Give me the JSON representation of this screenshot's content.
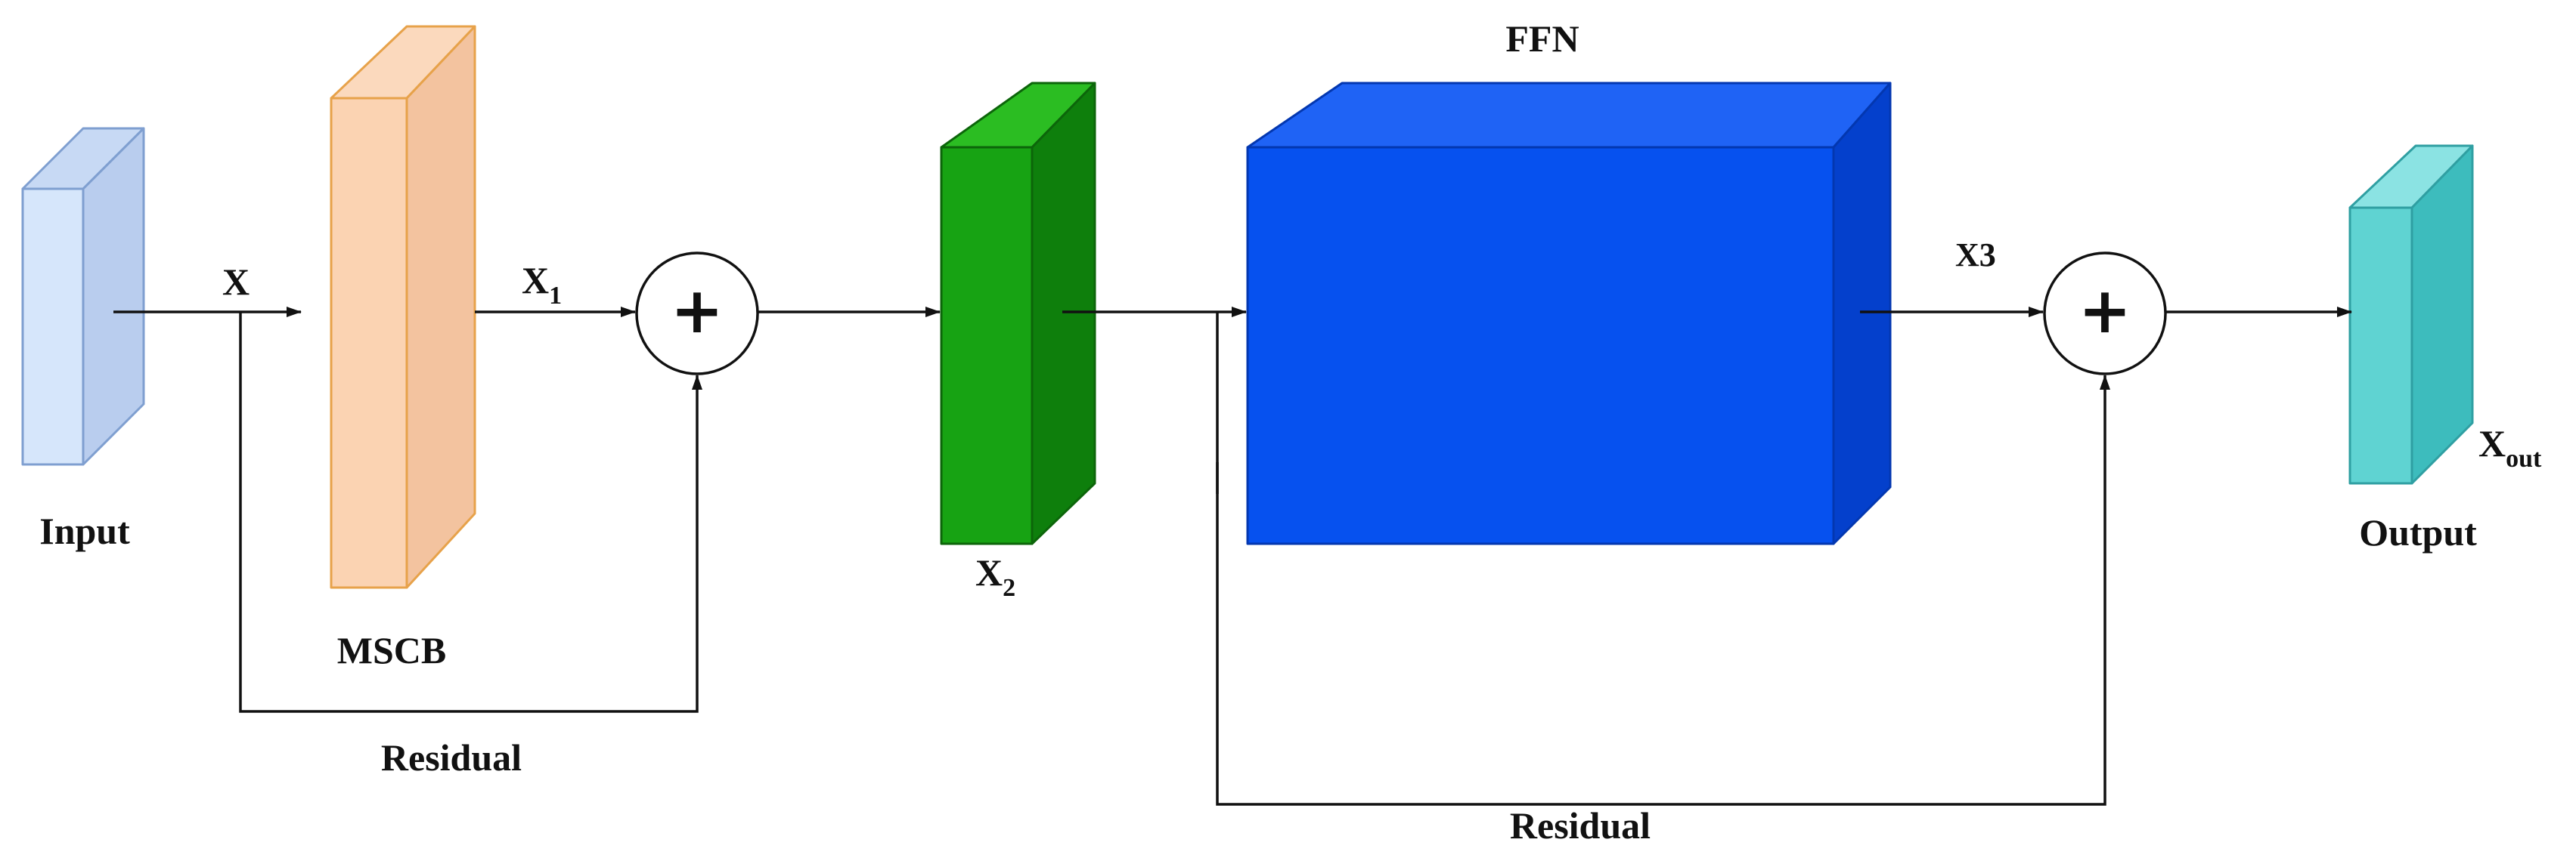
{
  "blocks": {
    "input": {
      "label": "Input",
      "face": "#d6e6fb",
      "side": "#b9cdee",
      "top": "#c7d9f4",
      "stroke": "#7f9fd0"
    },
    "mscb": {
      "label": "MSCB",
      "face": "#fbd3b2",
      "side": "#f3c39f",
      "top": "#fbd9bd",
      "stroke": "#e7a24a"
    },
    "x2_block": {
      "face": "#17a313",
      "side": "#0e7f0c",
      "top": "#2bbd22",
      "stroke": "#0c650a"
    },
    "ffn": {
      "label": "FFN",
      "face": "#0651ef",
      "side": "#0440cc",
      "top": "#1f63f5",
      "stroke": "#0337b0"
    },
    "output": {
      "label": "Output",
      "face": "#5fd3d2",
      "side": "#3dbcbd",
      "top": "#8be3e3",
      "stroke": "#2f9fa2"
    }
  },
  "variables": {
    "x": {
      "main": "X",
      "sub": ""
    },
    "x1": {
      "main": "X",
      "sub": "1"
    },
    "x2": {
      "main": "X",
      "sub": "2"
    },
    "x3": {
      "main": "X3",
      "sub": ""
    },
    "xout": {
      "main": "X",
      "sub": "out"
    }
  },
  "operators": {
    "add1": {
      "symbol": "+"
    },
    "add2": {
      "symbol": "+"
    }
  },
  "residuals": {
    "first": {
      "label": "Residual"
    },
    "second": {
      "label": "Residual"
    }
  }
}
